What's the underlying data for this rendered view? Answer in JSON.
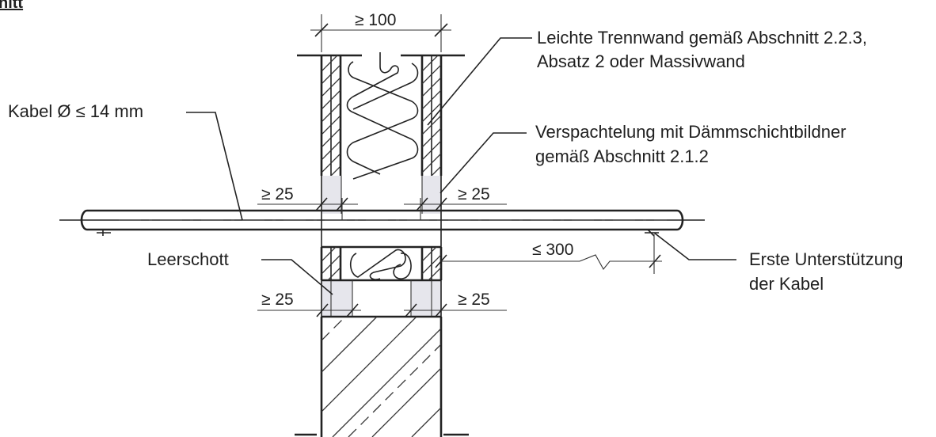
{
  "section_label": "nitt",
  "labels": {
    "wall": {
      "line1": "Leichte Trennwand gemäß Abschnitt 2.2.3,",
      "line2": "Absatz 2 oder Massivwand"
    },
    "cable": "Kabel Ø ≤  14 mm",
    "sealant": {
      "line1": "Verspachtelung mit Dämmschichtbildner",
      "line2": "gemäß Abschnitt 2.1.2"
    },
    "blank_seal": "Leerschott",
    "support": {
      "line1": "Erste Unterstützung",
      "line2": "der Kabel"
    }
  },
  "dimensions": {
    "wall_thickness": "≥ 100",
    "upper_left": "≥ 25",
    "upper_right": "≥ 25",
    "support_distance": "≤ 300",
    "lower_left": "≥ 25",
    "lower_right": "≥ 25"
  }
}
